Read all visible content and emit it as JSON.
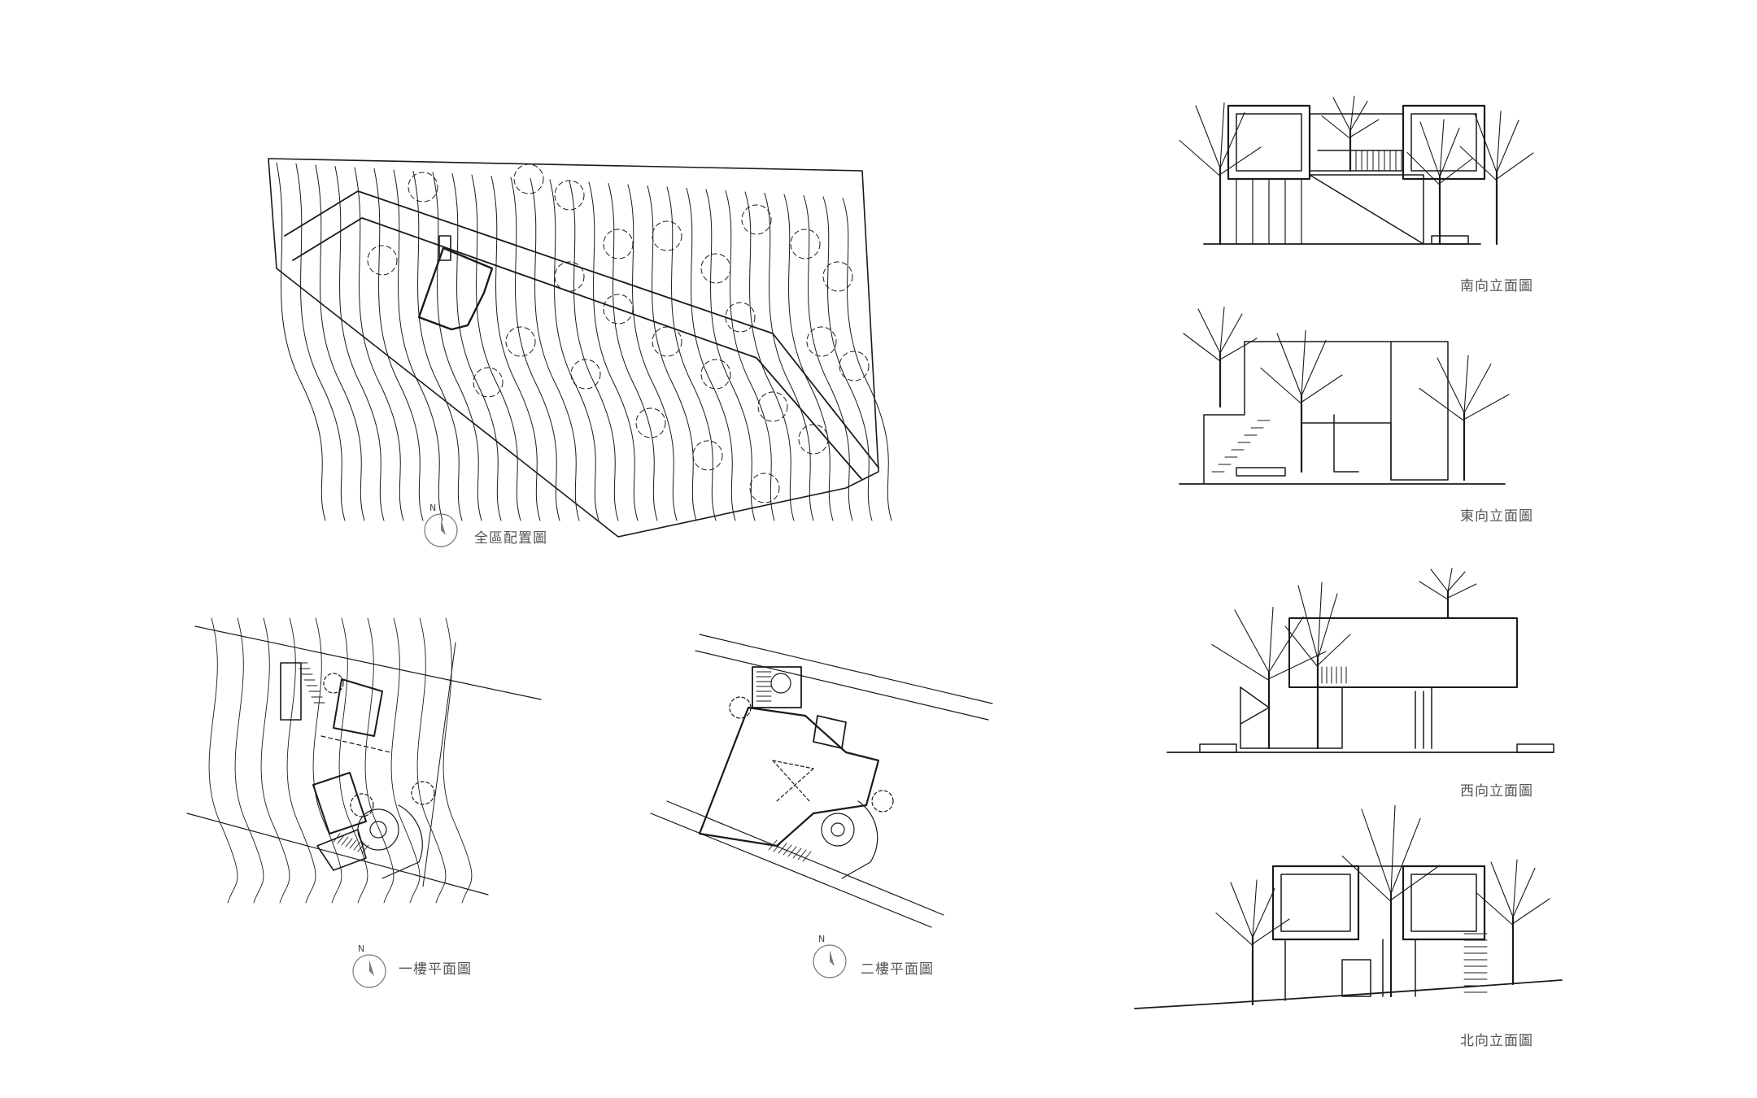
{
  "sheet": {
    "site_plan": {
      "caption": "全區配置圖",
      "north_label": "N"
    },
    "floor_plan_1": {
      "caption": "一樓平面圖",
      "north_label": "N"
    },
    "floor_plan_2": {
      "caption": "二樓平面圖",
      "north_label": "N"
    },
    "elevations": [
      {
        "caption": "南向立面圖"
      },
      {
        "caption": "東向立面圖"
      },
      {
        "caption": "西向立面圖"
      },
      {
        "caption": "北向立面圖"
      }
    ]
  }
}
